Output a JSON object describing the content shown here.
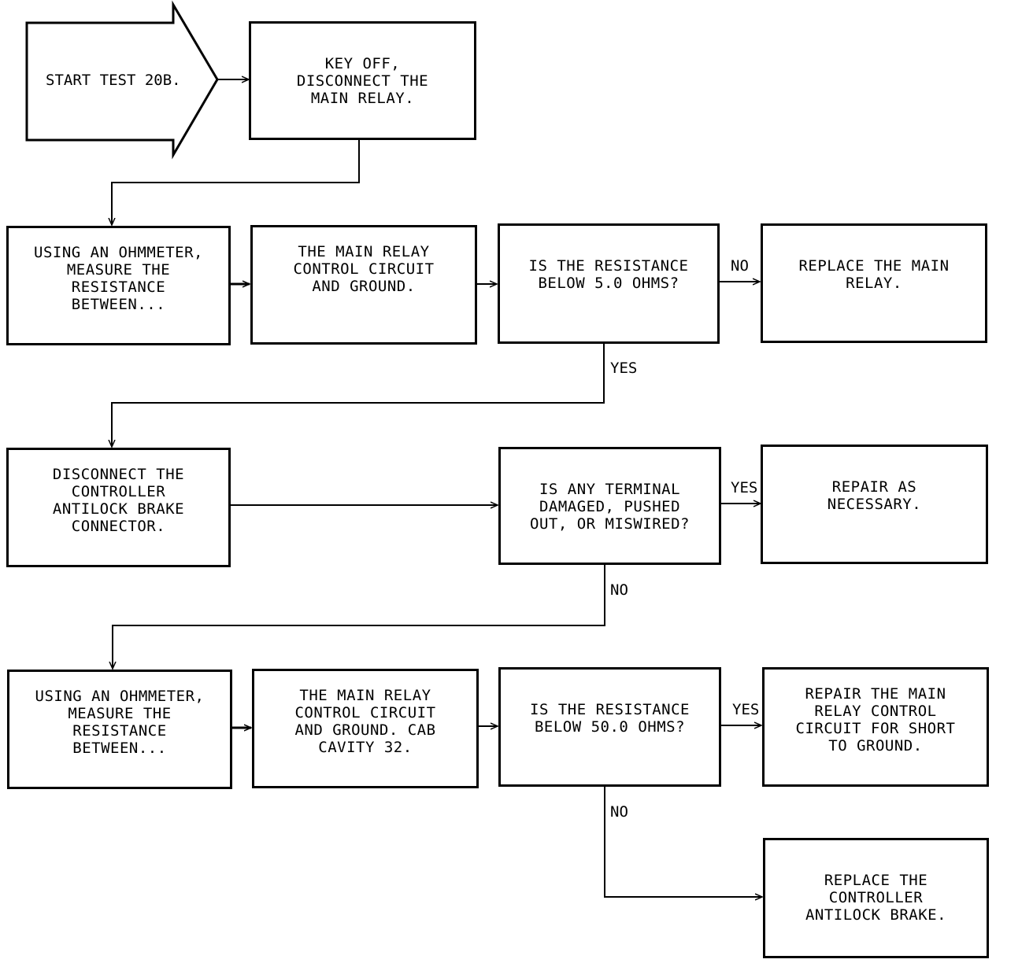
{
  "boxes": {
    "start": "START TEST 20B.",
    "key_off": "KEY OFF,\nDISCONNECT THE\nMAIN RELAY.",
    "measure_1": "USING AN OHMMETER,\nMEASURE THE\nRESISTANCE\nBETWEEN...",
    "relay_ground_1": "THE MAIN RELAY\nCONTROL CIRCUIT\nAND GROUND.",
    "resistance_5": "IS THE RESISTANCE\nBELOW 5.0 OHMS?",
    "replace_relay": "REPLACE THE MAIN\nRELAY.",
    "disconnect_controller": "DISCONNECT THE\nCONTROLLER\nANTILOCK BRAKE\nCONNECTOR.",
    "terminal_damaged": "IS ANY TERMINAL\nDAMAGED, PUSHED\nOUT, OR MISWIRED?",
    "repair_necessary": "REPAIR AS\nNECESSARY.",
    "measure_2": "USING AN OHMMETER,\nMEASURE THE\nRESISTANCE\nBETWEEN...",
    "relay_ground_2": "THE MAIN RELAY\nCONTROL CIRCUIT\nAND GROUND. CAB\nCAVITY 32.",
    "resistance_50": "IS THE RESISTANCE\nBELOW 50.0 OHMS?",
    "repair_short": "REPAIR THE MAIN\nRELAY CONTROL\nCIRCUIT FOR SHORT\nTO GROUND.",
    "replace_controller": "REPLACE THE\nCONTROLLER\nANTILOCK BRAKE."
  },
  "labels": {
    "no_1": "NO",
    "yes_1": "YES",
    "yes_2": "YES",
    "no_2": "NO",
    "yes_3": "YES",
    "no_3": "NO"
  }
}
